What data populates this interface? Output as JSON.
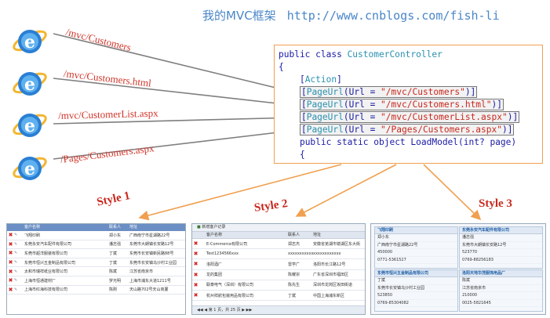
{
  "header": {
    "title": "我的MVC框架",
    "url": "http://www.cnblogs.com/fish-li"
  },
  "routes": [
    "/mvc/Customers",
    "/mvc/Customers.html",
    "/mvc/CustomerList.aspx",
    "/Pages/Customers.aspx"
  ],
  "code": {
    "class_decl": {
      "kw": "public class ",
      "name": "CustomerController"
    },
    "open_brace": "{",
    "attr_action": "Action",
    "page_url_attr": "PageUrl",
    "url_param": "Url",
    "method": {
      "kw": "public static object ",
      "name": "LoadModel",
      "params": "(int? page)"
    },
    "inner_brace": "{"
  },
  "styles": [
    "Style 1",
    "Style 2",
    "Style 3"
  ],
  "style1": {
    "columns": [
      "客户名称",
      "联系人",
      "地址"
    ],
    "rows": [
      [
        "飞翔印刷",
        "郑小东",
        "广西南宁市星湖路22号"
      ],
      [
        "东莞永安汽车配件有限公司",
        "潘志强",
        "东莞市大朗镇长安路12号"
      ],
      [
        "东莞市超洋服装有限公司",
        "丁斌",
        "东莞市长安镇新民路88号"
      ],
      [
        "东莞市恒兴五金制品有限公司",
        "丁斌",
        "东莞市长安镇乌沙村工业园"
      ],
      [
        "太和市瑞祥纸业有限公司",
        "陈斌",
        "江苏省南京市"
      ],
      [
        "上海市恒通建材厂",
        "罗光明",
        "上海市浦东大道1211号"
      ],
      [
        "上海市红海科技有限公司",
        "陈刚",
        "天山路702号天山商厦"
      ]
    ]
  },
  "style2": {
    "toolbar": "新增客户记录",
    "columns": [
      "客户名称",
      "联系人",
      "地址"
    ],
    "rows": [
      [
        "E-Commerce有限公司",
        "郑志杰",
        "安徽省芜湖市镜湖区东大街"
      ],
      [
        "Test1234566xxx",
        "xxxxxxxxxxx",
        "xxxxxxxxxxxx"
      ],
      [
        "洛阳酒厂",
        "雷学广",
        "洛阳市长江路12号"
      ],
      [
        "龙的集团",
        "陈耀宗",
        "广东省深圳市福田区"
      ],
      [
        "联泰电气（深圳）有限公司",
        "陈先生",
        "深圳市龙岗区坂田街道"
      ],
      [
        "杭州祥航包装用品有限公司",
        "丁斌",
        "中国上海浦东新区"
      ]
    ],
    "pager": "第 1 页，共 25 页"
  },
  "style3": {
    "cards": [
      {
        "title": "飞翔印刷",
        "lines": [
          "郑小东",
          "广西南宁市星湖路22号",
          "450000",
          "0771-5361527"
        ]
      },
      {
        "title": "东莞永安汽车配件有限公司",
        "lines": [
          "潘志强",
          "东莞市大朗镇长安路12号",
          "523770",
          "0769-88256183"
        ]
      },
      {
        "title": "东莞市恒兴五金制品有限公司",
        "lines": [
          "丁斌",
          "东莞市长安镇乌沙村工业园",
          "523850",
          "0769-85304082"
        ]
      },
      {
        "title": "洛阳天地华茂服饰用品厂",
        "lines": [
          "陈斌",
          "江苏省南京市",
          "210000",
          "0025-5821645"
        ]
      }
    ]
  },
  "colors": {
    "route_text": "#d0352a",
    "arrow_gray": "#7f7f7f",
    "arrow_orange": "#f0a050",
    "header_blue": "#4a86c8"
  }
}
